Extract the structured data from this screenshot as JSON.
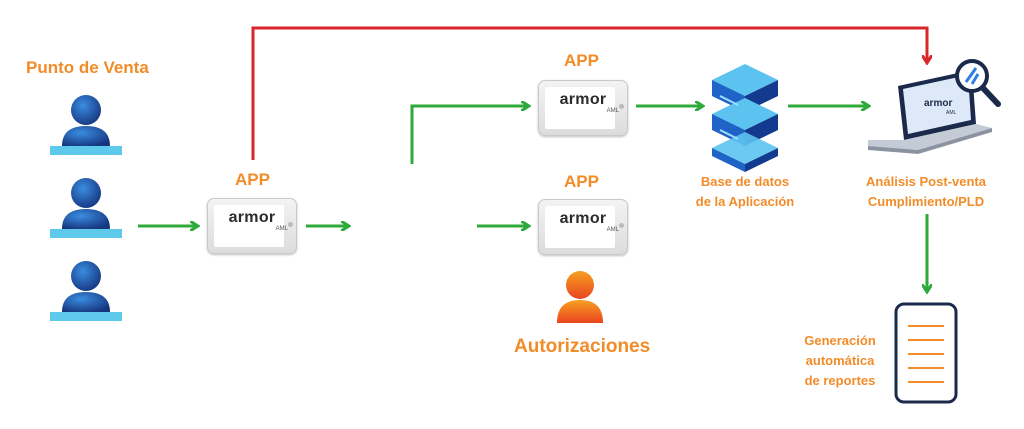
{
  "labels": {
    "punto_de_venta": "Punto de Venta",
    "app_left": "APP",
    "app_top": "APP",
    "app_middle": "APP",
    "autorizaciones": "Autorizaciones",
    "base_line1": "Base de datos",
    "base_line2": "de la Aplicación",
    "analisis_line1": "Análisis Post-venta",
    "analisis_line2": "Cumplimiento/PLD",
    "generacion_line1": "Generación",
    "generacion_line2": "automática",
    "generacion_line3": "de reportes"
  },
  "devices": {
    "brand": "armor",
    "sub": "AML"
  },
  "laptop": {
    "brand": "armor",
    "sub": "AML"
  },
  "colors": {
    "orange": "#f28c28",
    "green_arrow": "#2eaa3a",
    "red_line": "#d9262b",
    "person_blue": "#1d4fae",
    "desk_cyan": "#5ec9ea",
    "navy": "#1b2a4a"
  }
}
